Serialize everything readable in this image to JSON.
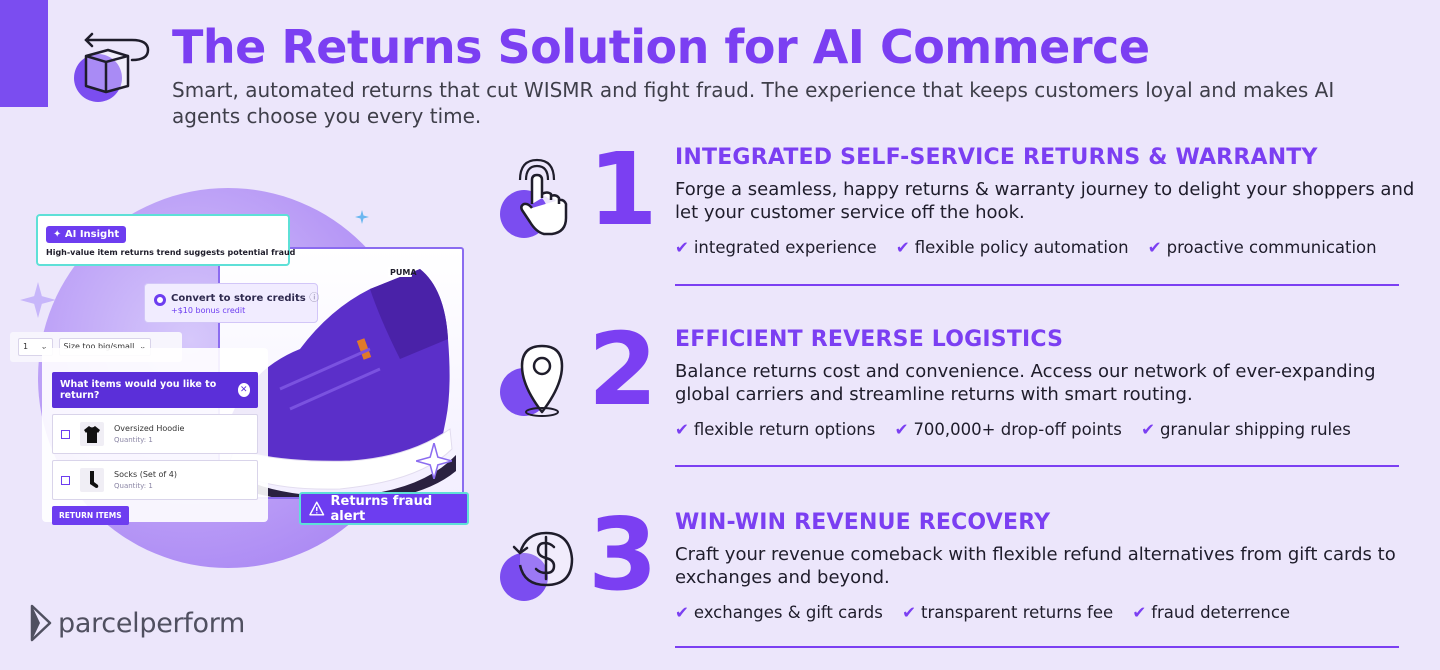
{
  "header": {
    "title": "The Returns Solution for AI Commerce",
    "subtitle": "Smart, automated returns that cut WISMR and fight fraud. The experience that keeps customers loyal and makes AI agents choose you every time."
  },
  "hero": {
    "ai_badge": "AI Insight",
    "ai_text": "High-value item returns trend suggests potential fraud",
    "credit_title": "Convert to store credits",
    "credit_sub": "+$10 bonus credit",
    "qty_select": "1",
    "reason_select": "Size too big/small",
    "panel_title": "What items would you like to return?",
    "items": [
      {
        "name": "Oversized Hoodie",
        "qty": "Quantity: 1"
      },
      {
        "name": "Socks (Set of 4)",
        "qty": "Quantity: 1"
      }
    ],
    "return_button": "RETURN ITEMS",
    "fraud_alert": "Returns fraud alert",
    "shoe_brand": "PUMA"
  },
  "brand": {
    "logo_text": "parcelperform"
  },
  "features": [
    {
      "number": "1",
      "icon": "touch-hand-icon",
      "heading": "INTEGRATED SELF-SERVICE RETURNS & WARRANTY",
      "description": "Forge a seamless, happy returns & warranty journey to delight your shoppers and let your customer service off the hook.",
      "checks": [
        "integrated experience",
        "flexible policy automation",
        "proactive communication"
      ]
    },
    {
      "number": "2",
      "icon": "location-pin-icon",
      "heading": "EFFICIENT REVERSE LOGISTICS",
      "description": "Balance returns cost and convenience. Access our network of ever-expanding global carriers and streamline returns with smart routing.",
      "checks": [
        "flexible return options",
        "700,000+ drop-off points",
        "granular shipping rules"
      ]
    },
    {
      "number": "3",
      "icon": "dollar-refund-icon",
      "heading": "WIN-WIN REVENUE RECOVERY",
      "description": "Craft your revenue comeback with flexible refund alternatives from gift cards to exchanges and beyond.",
      "checks": [
        "exchanges & gift cards",
        "transparent returns fee",
        "fraud deterrence"
      ]
    }
  ],
  "colors": {
    "accent": "#7b3ff2",
    "background": "#ece6fb",
    "teal": "#5ee0d7"
  }
}
